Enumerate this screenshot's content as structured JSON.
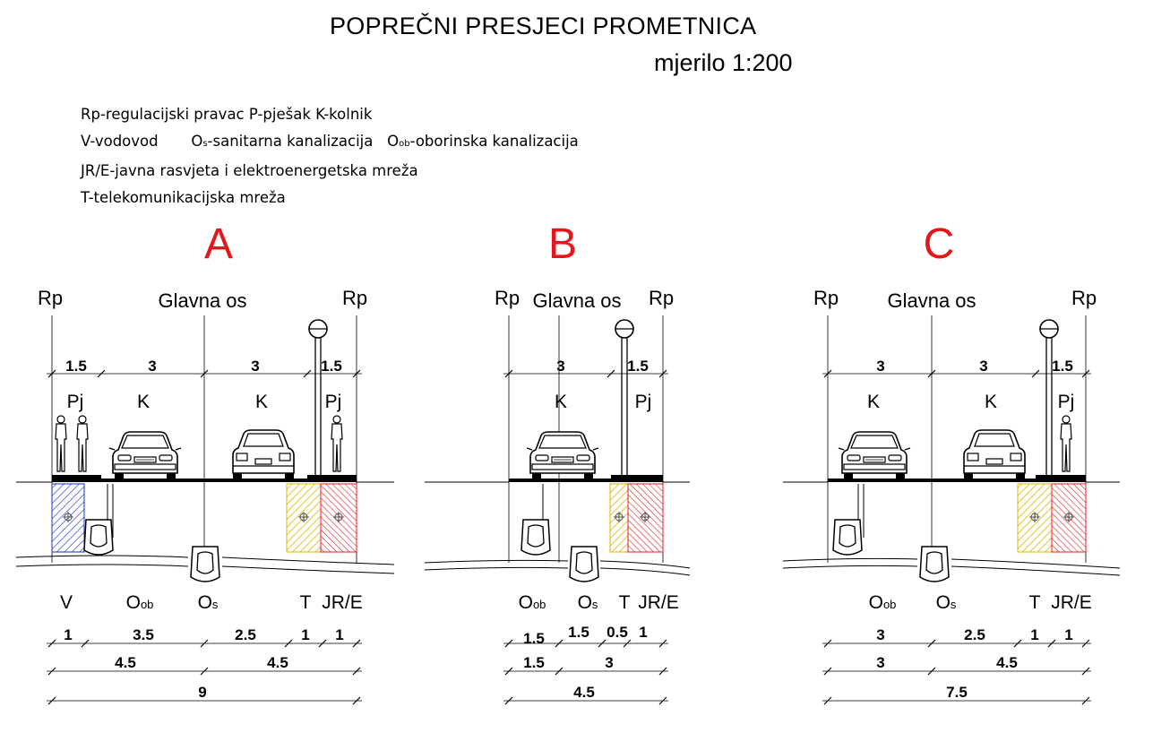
{
  "header": {
    "title": "POPREČNI PRESJECI PROMETNICA",
    "scale": "mjerilo 1:200"
  },
  "legend": {
    "row1": "Rp-regulacijski pravac   P-pješak   K-kolnik",
    "row2_a": "V-vodovod",
    "row2_b_main": "O",
    "row2_b_sub": "s",
    "row2_b_rest": "-sanitarna kanalizacija",
    "row2_c_main": "O",
    "row2_c_sub": "ob",
    "row2_c_rest": "-oborinska kanalizacija",
    "row3": "JR/E-javna rasvjeta i elektroenergetska mreža",
    "row4": "T-telekomunikacijska mreža"
  },
  "colors": {
    "red_letter": "#e8141b",
    "water_hatch": "#1e2fc4",
    "telecom_hatch": "#e0b400",
    "power_hatch": "#e0202a"
  },
  "sections": [
    {
      "letter": "A",
      "rp_left": "Rp",
      "rp_right": "Rp",
      "axis_label": "Glavna os",
      "top_dims": [
        "1.5",
        "3",
        "3",
        "1.5"
      ],
      "zones": [
        "Pj",
        "K",
        "K",
        "Pj"
      ],
      "utilities": [
        "V",
        "O",
        "ob",
        "O",
        "s",
        "T",
        "JR/E"
      ],
      "dim_row1": [
        "1",
        "3.5",
        "2.5",
        "1",
        "1"
      ],
      "dim_row2": [
        "4.5",
        "4.5"
      ],
      "dim_row3": [
        "9"
      ]
    },
    {
      "letter": "B",
      "rp_left": "Rp",
      "rp_right": "Rp",
      "axis_label": "Glavna os",
      "top_dims": [
        "3",
        "1.5"
      ],
      "zones": [
        "K",
        "Pj"
      ],
      "utilities": [
        "O",
        "ob",
        "O",
        "s",
        "T",
        "JR/E"
      ],
      "dim_row1": [
        "1.5",
        "1.5",
        "0.5",
        "1"
      ],
      "dim_row2": [
        "1.5",
        "3"
      ],
      "dim_row3": [
        "4.5"
      ]
    },
    {
      "letter": "C",
      "rp_left": "Rp",
      "rp_right": "Rp",
      "axis_label": "Glavna os",
      "top_dims": [
        "3",
        "3",
        "1.5"
      ],
      "zones": [
        "K",
        "K",
        "Pj"
      ],
      "utilities": [
        "O",
        "ob",
        "O",
        "s",
        "T",
        "JR/E"
      ],
      "dim_row1": [
        "3",
        "2.5",
        "1",
        "1"
      ],
      "dim_row2": [
        "3",
        "4.5"
      ],
      "dim_row3": [
        "7.5"
      ]
    }
  ]
}
